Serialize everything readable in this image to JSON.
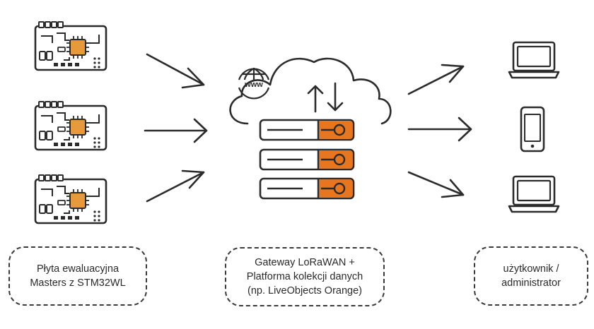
{
  "colors": {
    "stroke": "#2b2b2b",
    "accent": "#e8761e",
    "chip": "#e69a3c",
    "background": "#ffffff"
  },
  "cloud": {
    "icon": "www-globe-icon",
    "text": "www"
  },
  "devices": [
    {
      "icon": "stm32-board-icon"
    },
    {
      "icon": "stm32-board-icon"
    },
    {
      "icon": "stm32-board-icon"
    }
  ],
  "servers": [
    {
      "icon": "server-unit-icon"
    },
    {
      "icon": "server-unit-icon"
    },
    {
      "icon": "server-unit-icon"
    }
  ],
  "clients": [
    {
      "icon": "laptop-icon"
    },
    {
      "icon": "smartphone-icon"
    },
    {
      "icon": "laptop-icon"
    }
  ],
  "labels": {
    "left": {
      "line1": "Płyta ewaluacyjna",
      "line2": "Masters z STM32WL"
    },
    "middle": {
      "line1": "Gateway LoRaWAN +",
      "line2": "Platforma kolekcji danych",
      "line3": "(np. LiveObjects Orange)"
    },
    "right": {
      "line1": "użytkownik /",
      "line2": "administrator"
    }
  }
}
